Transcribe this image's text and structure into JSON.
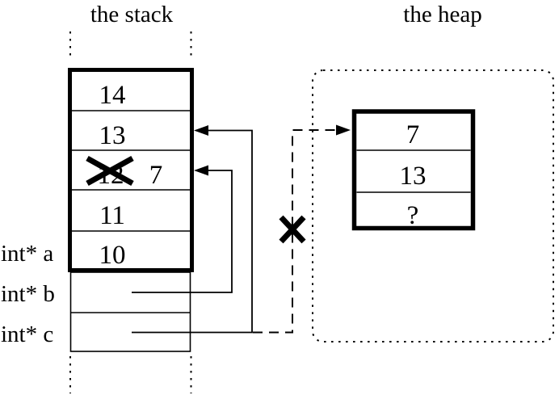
{
  "titles": {
    "stack": "the stack",
    "heap": "the heap"
  },
  "stack": {
    "cells": [
      {
        "value": "14"
      },
      {
        "value": "13"
      },
      {
        "value": "12",
        "crossed_out": true,
        "new_value": "7"
      },
      {
        "value": "11"
      },
      {
        "value": "10"
      }
    ],
    "pointer_labels": [
      {
        "label": "int* a"
      },
      {
        "label": "int* b"
      },
      {
        "label": "int* c"
      }
    ]
  },
  "heap": {
    "cells": [
      {
        "value": "7"
      },
      {
        "value": "13"
      },
      {
        "value": "?"
      }
    ]
  },
  "pointers": [
    {
      "from": "int* b",
      "to": "stack cell 12 (overwritten with 7)",
      "style": "solid"
    },
    {
      "from": "int* c",
      "to": "stack cell 13",
      "style": "solid"
    },
    {
      "from": "int* c",
      "to": "heap block",
      "style": "dashed",
      "severed": true
    }
  ],
  "colors": {
    "line": "#000000",
    "background": "#ffffff"
  }
}
